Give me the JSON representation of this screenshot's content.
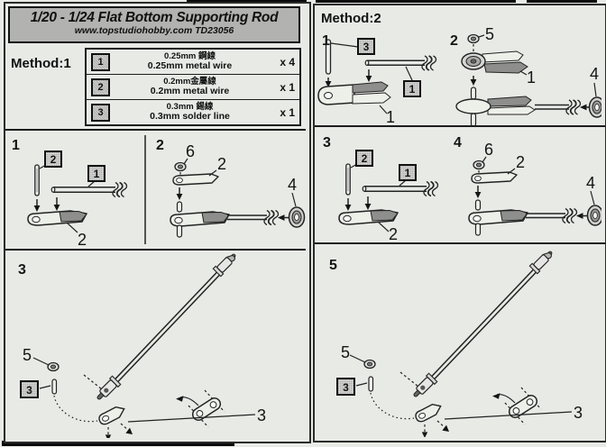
{
  "page": {
    "bg": "#e9ebe7",
    "line_color": "#222222",
    "header_bg": "#b2b2b0"
  },
  "header": {
    "title": "1/20 - 1/24 Flat Bottom Supporting Rod",
    "subtitle": "www.topstudiohobby.com TD23056"
  },
  "method1": {
    "label": "Method:1",
    "parts": [
      {
        "ref": "1",
        "cn": "0.25mm 鋼線",
        "en": "0.25mm metal wire",
        "qty": "x 4"
      },
      {
        "ref": "2",
        "cn": "0.2mm金屬線",
        "en": "0.2mm metal wire",
        "qty": "x 1"
      },
      {
        "ref": "3",
        "cn": "0.3mm 錫線",
        "en": "0.3mm solder line",
        "qty": "x 1"
      }
    ],
    "step1": {
      "num": "1",
      "wire_ref": "2",
      "rod_ref": "1",
      "part_callout": "2"
    },
    "step2": {
      "num": "2",
      "nut_callout": "6",
      "plate_callout": "2",
      "washer_callout": "4"
    },
    "step3": {
      "num": "3",
      "nut_callout": "5",
      "pin_ref": "3",
      "link_callout": "3"
    }
  },
  "method2": {
    "label": "Method:2",
    "step1": {
      "num": "1",
      "pin_ref": "3",
      "rod_ref": "1",
      "part_callout": "1"
    },
    "step2": {
      "num": "2",
      "nut_callout": "5",
      "bracket_callout": "1",
      "washer_callout": "4"
    },
    "step3": {
      "num": "3",
      "wire_ref": "2",
      "rod_ref": "1",
      "part_callout": "2"
    },
    "step4": {
      "num": "4",
      "nut_callout": "6",
      "plate_callout": "2",
      "washer_callout": "4"
    },
    "step5": {
      "num": "5",
      "nut_callout": "5",
      "pin_ref": "3",
      "link_callout": "3"
    }
  }
}
